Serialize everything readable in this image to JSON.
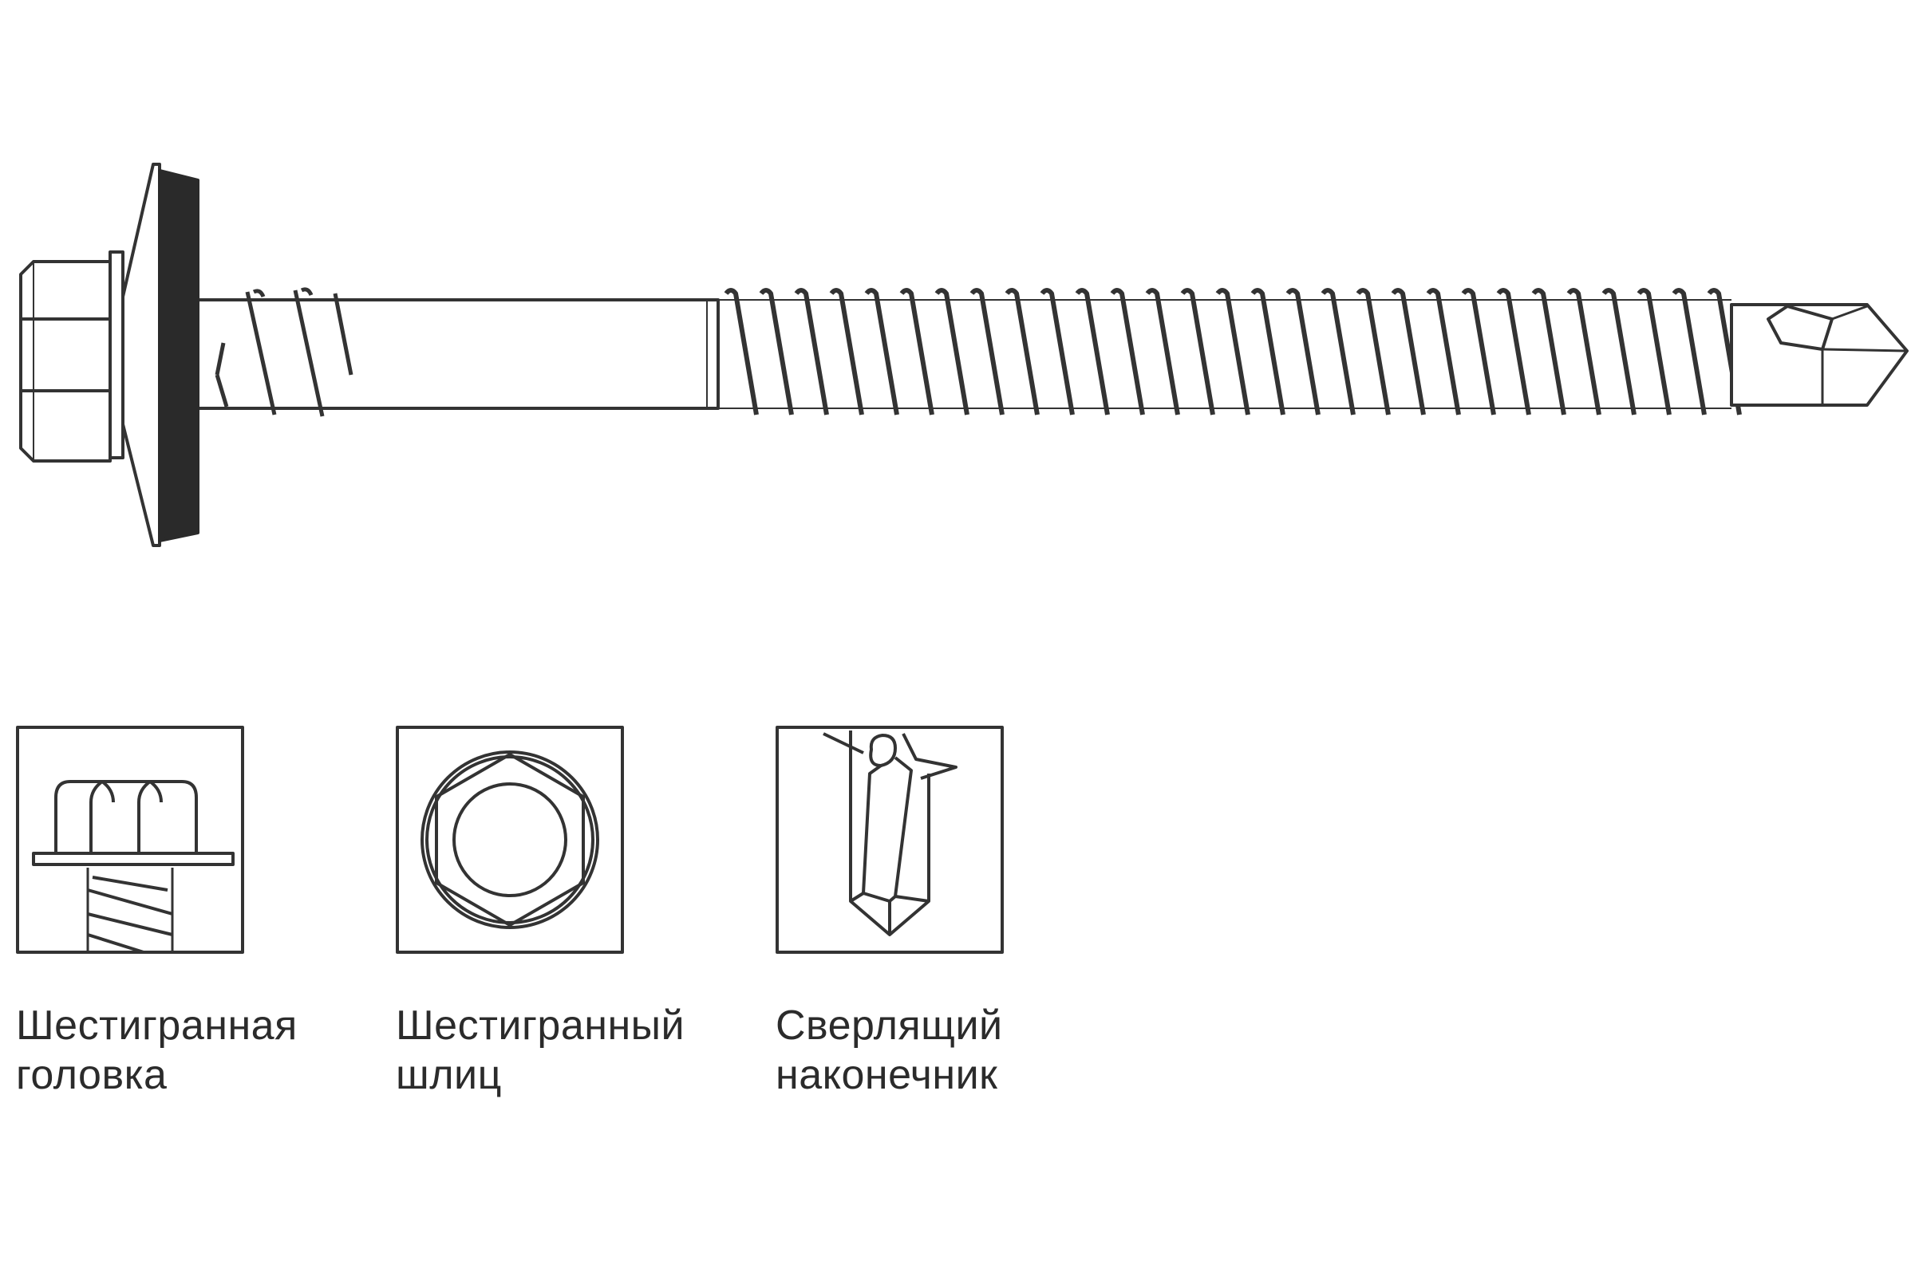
{
  "colors": {
    "line": "#333333",
    "washer": "#2a2a2a",
    "background": "#ffffff",
    "text": "#2b2b2b"
  },
  "features": [
    {
      "id": "hex-head",
      "icon": "hex-head-icon",
      "caption_line1": "Шестигранная",
      "caption_line2": "головка"
    },
    {
      "id": "hex-slot",
      "icon": "hex-socket-icon",
      "caption_line1": "Шестигранный",
      "caption_line2": "шлиц"
    },
    {
      "id": "drill-tip",
      "icon": "drill-tip-icon",
      "caption_line1": "Сверлящий",
      "caption_line2": "наконечник"
    }
  ]
}
